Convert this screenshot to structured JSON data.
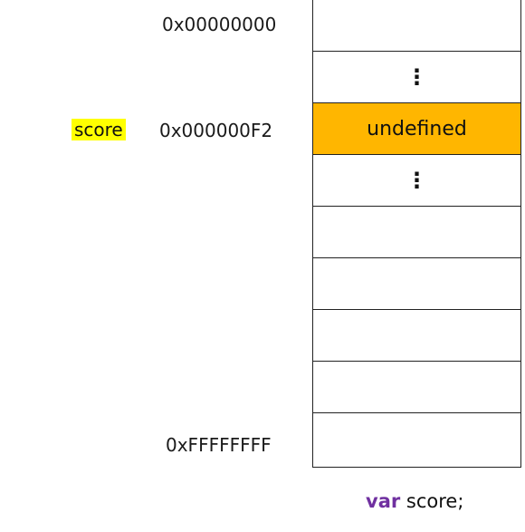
{
  "colors": {
    "highlight_cell": "#FFB600",
    "variable_label_bg": "#FFFF00",
    "keyword": "#7030A0"
  },
  "addresses": {
    "first": "0x00000000",
    "score": "0x000000F2",
    "last": "0xFFFFFFFF"
  },
  "variable": {
    "name": "score"
  },
  "memory_cells": [
    {
      "text": ""
    },
    {
      "text": "⋮"
    },
    {
      "text": "undefined",
      "highlight": true
    },
    {
      "text": "⋮"
    },
    {
      "text": ""
    },
    {
      "text": ""
    },
    {
      "text": ""
    },
    {
      "text": ""
    },
    {
      "text": ""
    }
  ],
  "code": {
    "keyword": "var",
    "rest": " score;"
  }
}
